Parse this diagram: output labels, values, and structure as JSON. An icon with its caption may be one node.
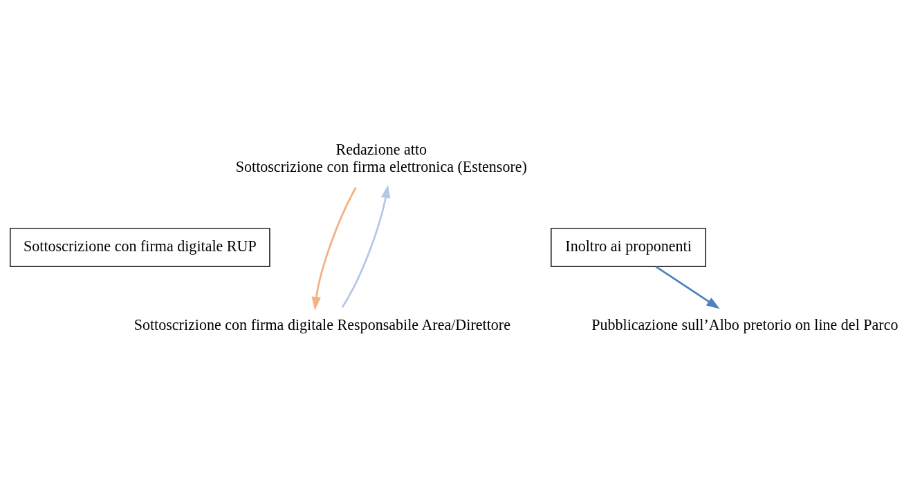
{
  "diagram": {
    "nodes": [
      {
        "text": [
          "Redazione atto",
          "Sottoscrizione con firma elettronica (Estensore)"
        ]
      },
      {
        "text": [
          "Sottoscrizione con firma digitale RUP"
        ]
      },
      {
        "text": [
          "Sottoscrizione con firma digitale Responsabile Area/Direttore"
        ]
      },
      {
        "text": [
          "Inoltro ai proponenti"
        ]
      },
      {
        "text": [
          "Pubblicazione sull’Albo pretorio on line del Parco"
        ]
      }
    ],
    "edges": [
      {
        "from": 0,
        "to": 2,
        "arrow": "to",
        "color": "#f4b183"
      },
      {
        "from": 2,
        "to": 0,
        "arrow": "to",
        "color": "#b4c7e7"
      },
      {
        "from": 3,
        "to": 4,
        "arrow": "to",
        "color": "#4f81bd"
      }
    ]
  }
}
